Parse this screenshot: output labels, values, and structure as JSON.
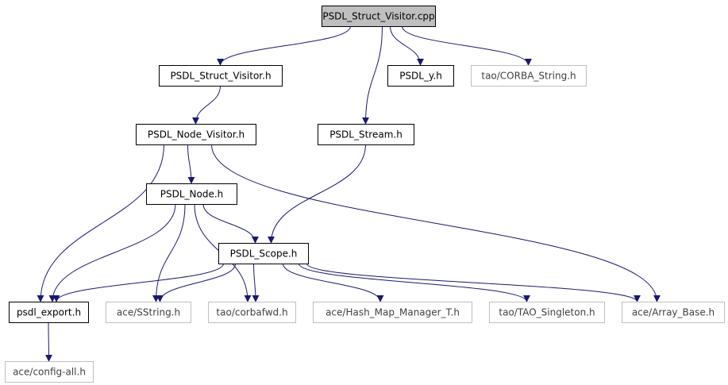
{
  "colors": {
    "edge": "#191970",
    "border_primary": "#000000",
    "border_external": "#bfbfbf",
    "fill_root": "#bfbfbf",
    "fill_normal": "#ffffff",
    "text_primary": "#000000",
    "text_external": "#404040"
  },
  "graph": {
    "nodes": [
      {
        "id": "root",
        "label": "PSDL_Struct_Visitor.cpp",
        "kind": "root"
      },
      {
        "id": "sv_h",
        "label": "PSDL_Struct_Visitor.h",
        "kind": "normal"
      },
      {
        "id": "y_h",
        "label": "PSDL_y.h",
        "kind": "normal"
      },
      {
        "id": "corba_str",
        "label": "tao/CORBA_String.h",
        "kind": "external"
      },
      {
        "id": "nv_h",
        "label": "PSDL_Node_Visitor.h",
        "kind": "normal"
      },
      {
        "id": "stream_h",
        "label": "PSDL_Stream.h",
        "kind": "normal"
      },
      {
        "id": "node_h",
        "label": "PSDL_Node.h",
        "kind": "normal"
      },
      {
        "id": "scope_h",
        "label": "PSDL_Scope.h",
        "kind": "normal"
      },
      {
        "id": "export_h",
        "label": "psdl_export.h",
        "kind": "normal"
      },
      {
        "id": "sstring",
        "label": "ace/SString.h",
        "kind": "external"
      },
      {
        "id": "corbafwd",
        "label": "tao/corbafwd.h",
        "kind": "external"
      },
      {
        "id": "hashmap",
        "label": "ace/Hash_Map_Manager_T.h",
        "kind": "external"
      },
      {
        "id": "singleton",
        "label": "tao/TAO_Singleton.h",
        "kind": "external"
      },
      {
        "id": "arraybase",
        "label": "ace/Array_Base.h",
        "kind": "external"
      },
      {
        "id": "configall",
        "label": "ace/config-all.h",
        "kind": "external"
      }
    ],
    "edges": [
      {
        "from": "root",
        "to": "sv_h"
      },
      {
        "from": "root",
        "to": "y_h"
      },
      {
        "from": "root",
        "to": "corba_str"
      },
      {
        "from": "root",
        "to": "stream_h"
      },
      {
        "from": "sv_h",
        "to": "nv_h"
      },
      {
        "from": "nv_h",
        "to": "node_h"
      },
      {
        "from": "nv_h",
        "to": "export_h"
      },
      {
        "from": "nv_h",
        "to": "arraybase"
      },
      {
        "from": "stream_h",
        "to": "scope_h"
      },
      {
        "from": "node_h",
        "to": "scope_h"
      },
      {
        "from": "node_h",
        "to": "export_h"
      },
      {
        "from": "node_h",
        "to": "sstring"
      },
      {
        "from": "node_h",
        "to": "corbafwd"
      },
      {
        "from": "scope_h",
        "to": "export_h"
      },
      {
        "from": "scope_h",
        "to": "sstring"
      },
      {
        "from": "scope_h",
        "to": "corbafwd"
      },
      {
        "from": "scope_h",
        "to": "hashmap"
      },
      {
        "from": "scope_h",
        "to": "singleton"
      },
      {
        "from": "scope_h",
        "to": "arraybase"
      },
      {
        "from": "export_h",
        "to": "configall"
      }
    ]
  }
}
